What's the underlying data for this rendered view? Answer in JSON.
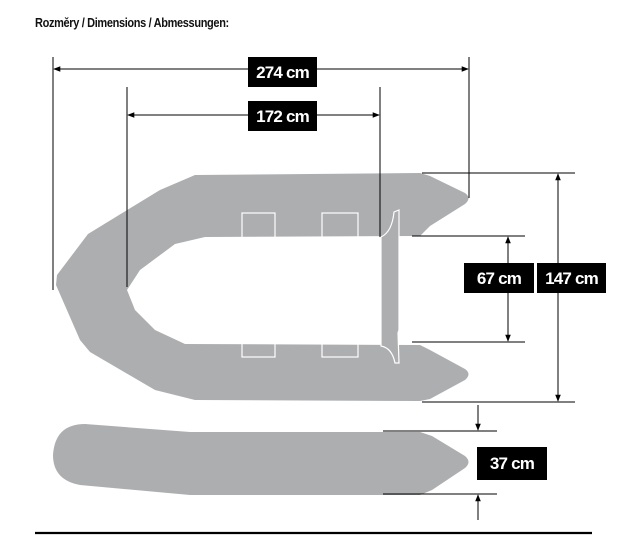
{
  "title": "Rozměry / Dimensions / Abmessungen:",
  "dimensions": {
    "overall_length": "274 cm",
    "inner_length": "172 cm",
    "inner_width": "67 cm",
    "overall_width": "147 cm",
    "tube_diameter": "37 cm"
  },
  "colors": {
    "hull": "#adaeb0",
    "label_bg": "#000000",
    "line": "#000000"
  }
}
